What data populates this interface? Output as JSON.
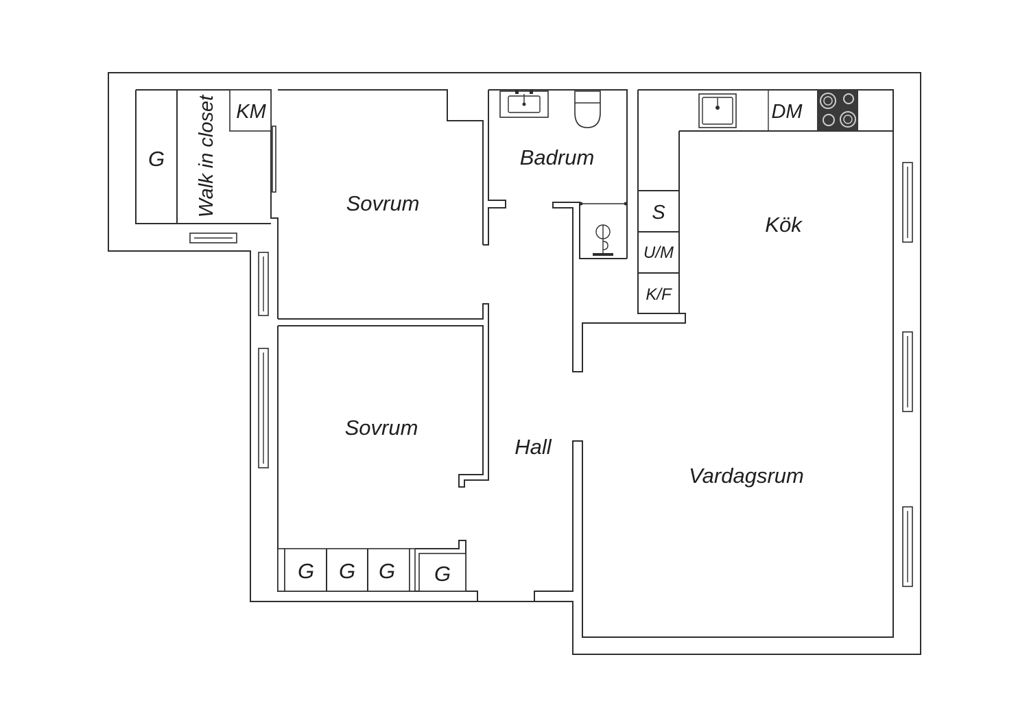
{
  "rooms": {
    "sovrum_top": "Sovrum",
    "sovrum_bottom": "Sovrum",
    "badrum": "Badrum",
    "kok": "Kök",
    "vardagsrum": "Vardagsrum",
    "hall": "Hall",
    "walk_in_closet": "Walk in closet"
  },
  "fixtures": {
    "closet_g": "G",
    "km": "KM",
    "dm": "DM",
    "s": "S",
    "um": "U/M",
    "kf": "K/F",
    "hall_wardrobes": [
      "G",
      "G",
      "G"
    ],
    "hall_wardrobe_single": "G"
  },
  "colors": {
    "wall": "#2e2e2e",
    "stove": "#3a3a3a",
    "background": "#ffffff"
  }
}
